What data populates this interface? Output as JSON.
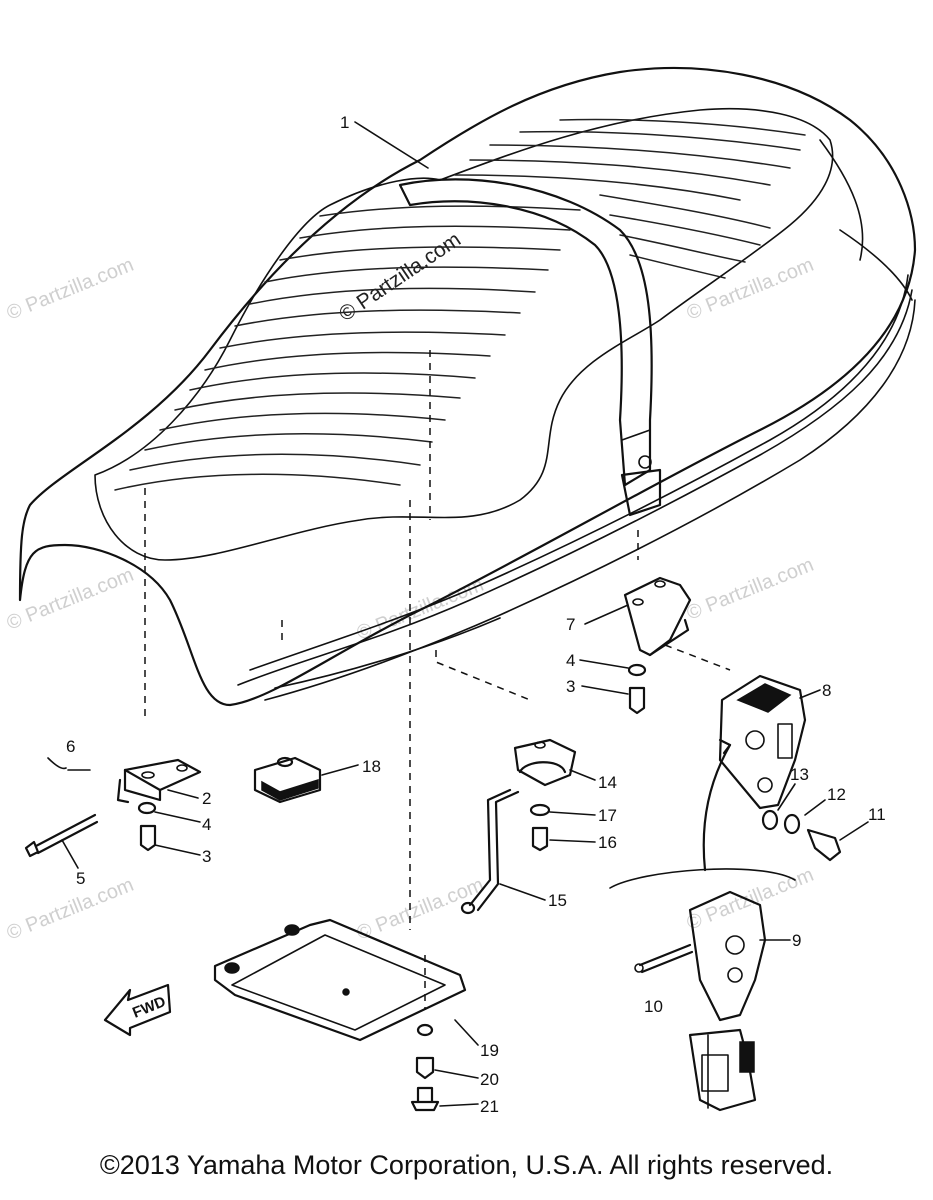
{
  "watermarks": [
    "© Partzilla.com"
  ],
  "main_watermark": "© Partzilla.com",
  "fwd_label": "FWD",
  "callouts": [
    "1",
    "2",
    "3",
    "4",
    "5",
    "6",
    "7",
    "8",
    "9",
    "10",
    "11",
    "12",
    "13",
    "14",
    "15",
    "16",
    "17",
    "18",
    "19",
    "20",
    "21"
  ],
  "copyright": "©2013 Yamaha Motor Corporation, U.S.A. All rights reserved."
}
